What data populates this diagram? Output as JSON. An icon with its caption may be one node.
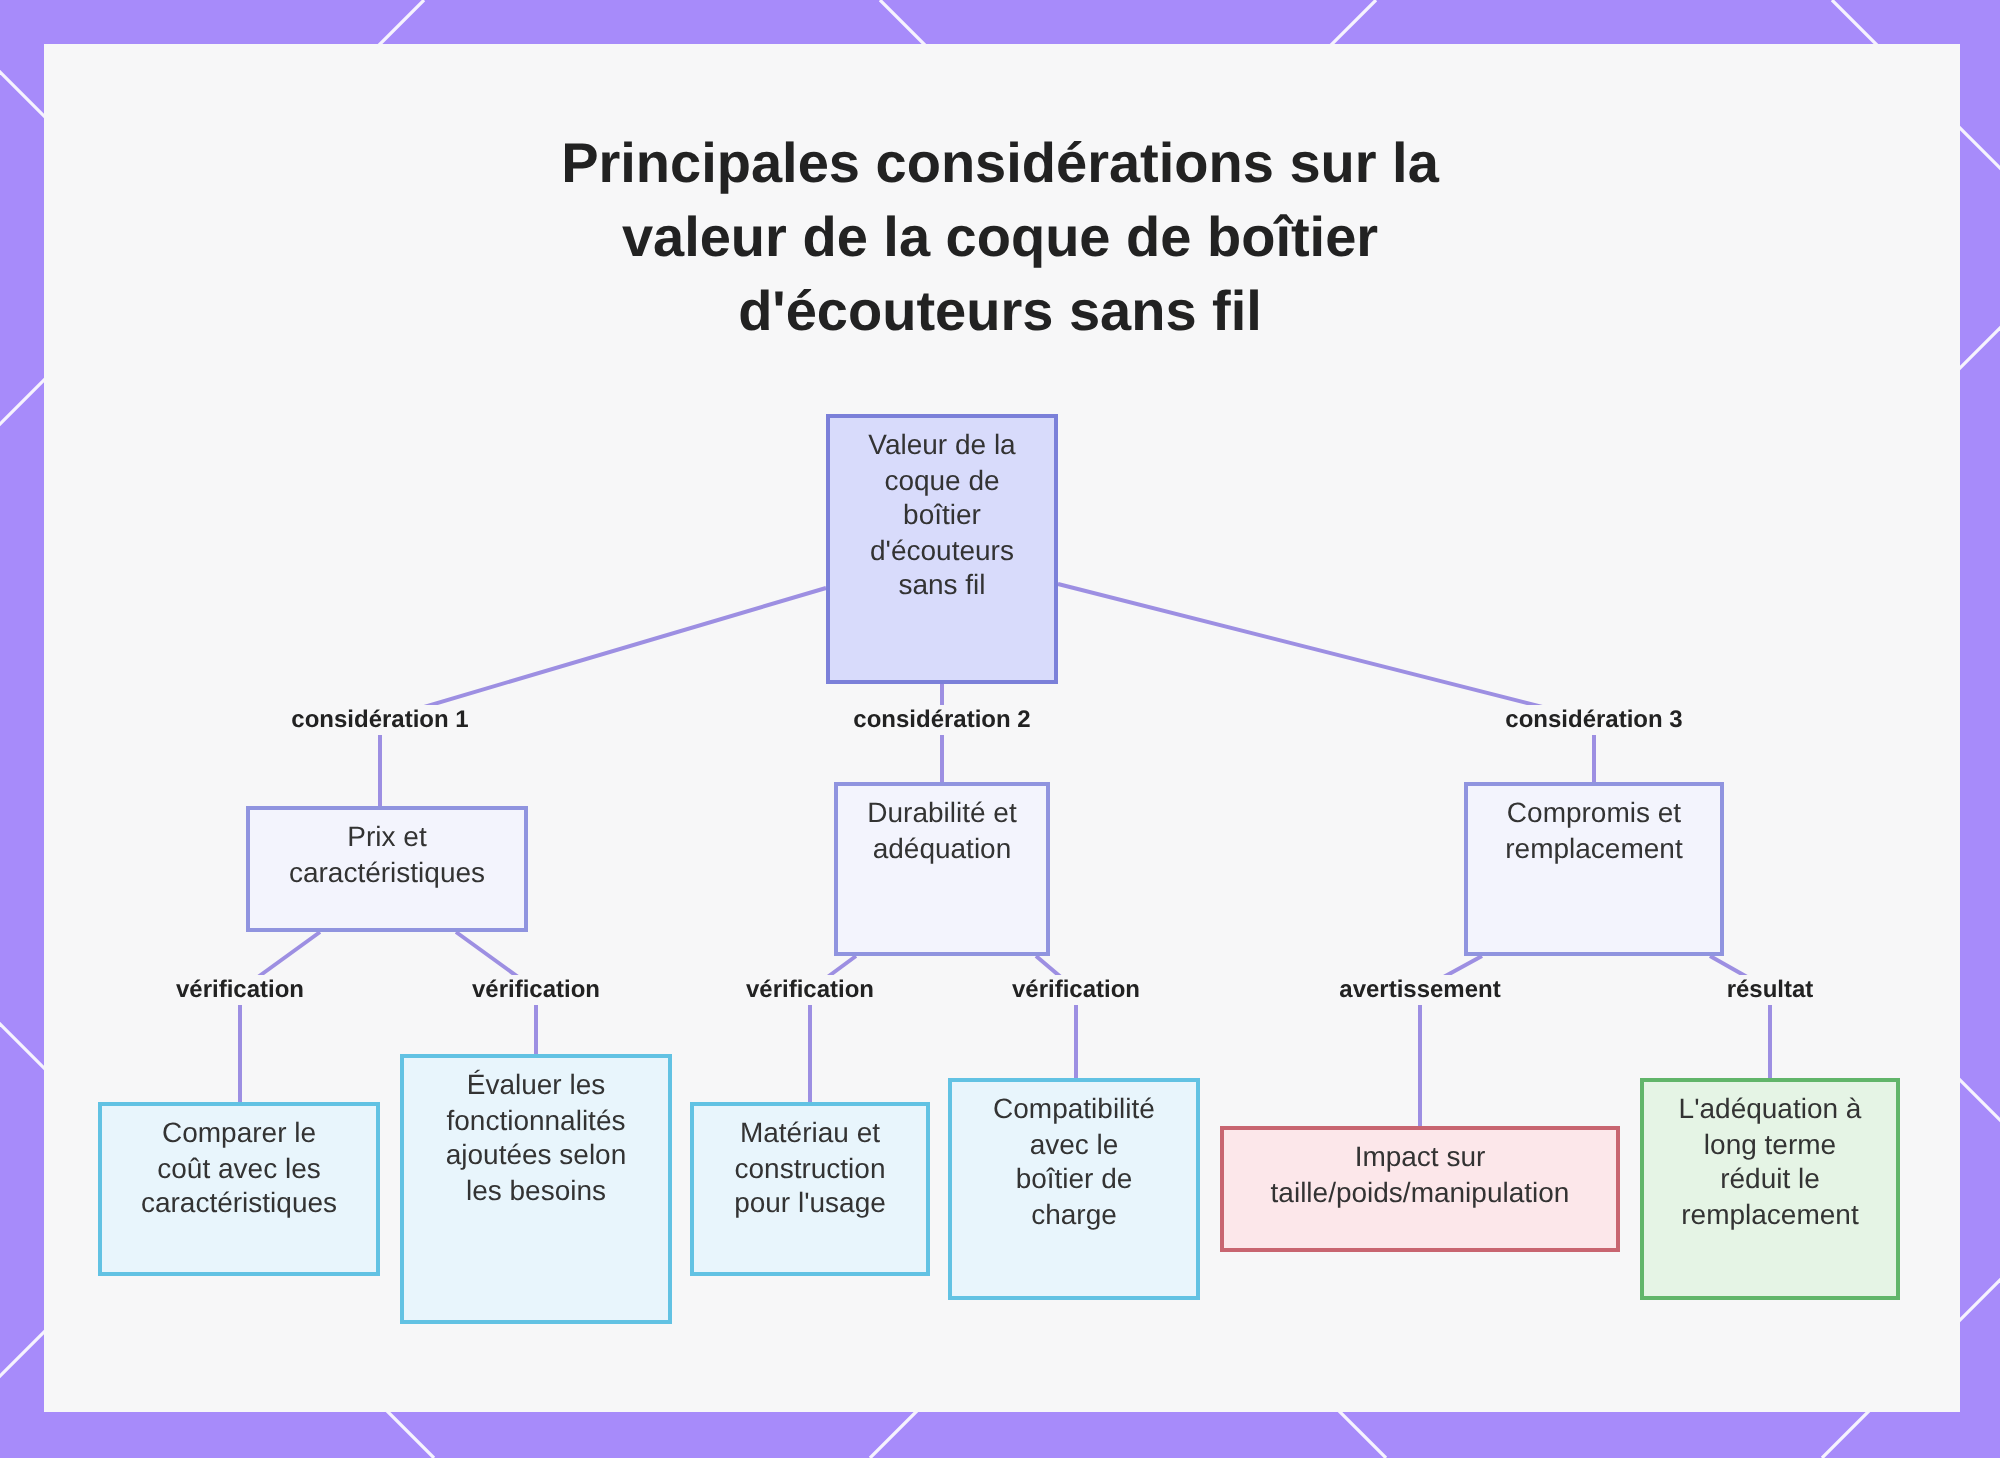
{
  "diagram": {
    "title": "Principales considérations sur la valeur de la coque de boîtier d'écouteurs sans fil",
    "nodes": [
      {
        "text": [
          "Valeur de la coque de boîtier d'écouteurs sans fil"
        ]
      },
      {
        "text": [
          "Prix et caractéristiques"
        ]
      },
      {
        "text": [
          "Durabilité et adéquation"
        ]
      },
      {
        "text": [
          "Compromis et remplacement"
        ]
      },
      {
        "text": [
          "Comparer le coût avec les caractéristiques"
        ]
      },
      {
        "text": [
          "Évaluer les fonctionnalités ajoutées selon les besoins"
        ]
      },
      {
        "text": [
          "Matériau et construction pour l'usage"
        ]
      },
      {
        "text": [
          "Compatibilité avec le boîtier de charge"
        ]
      },
      {
        "text": [
          "Impact sur taille/poids/manipulation"
        ]
      },
      {
        "text": [
          "L'adéquation à long terme réduit le remplacement"
        ]
      }
    ],
    "edges": [
      {
        "from": 0,
        "to": 1,
        "arrow": "none",
        "label": "considération 1"
      },
      {
        "from": 0,
        "to": 2,
        "arrow": "none",
        "label": "considération 2"
      },
      {
        "from": 0,
        "to": 3,
        "arrow": "none",
        "label": "considération 3"
      },
      {
        "from": 1,
        "to": 4,
        "arrow": "none",
        "label": "vérification"
      },
      {
        "from": 1,
        "to": 5,
        "arrow": "none",
        "label": "vérification"
      },
      {
        "from": 2,
        "to": 6,
        "arrow": "none",
        "label": "vérification"
      },
      {
        "from": 2,
        "to": 7,
        "arrow": "none",
        "label": "vérification"
      },
      {
        "from": 3,
        "to": 8,
        "arrow": "none",
        "label": "avertissement"
      },
      {
        "from": 3,
        "to": 9,
        "arrow": "none",
        "label": "résultat"
      }
    ]
  }
}
